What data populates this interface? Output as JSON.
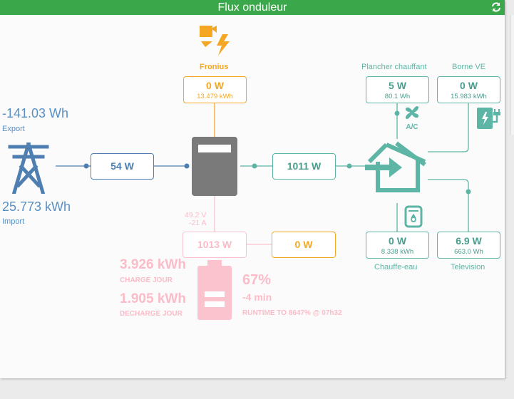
{
  "header": {
    "title": "Flux onduleur"
  },
  "grid": {
    "export_value": "-141.03 Wh",
    "export_label": "Export",
    "import_value": "25.773 kWh",
    "import_label": "Import",
    "power": "54 W"
  },
  "solar": {
    "label": "Fronius",
    "power": "0 W",
    "energy": "13.479 kWh"
  },
  "house": {
    "power": "1011 W"
  },
  "battery": {
    "voltage": "49.2 V",
    "current": "-21 A",
    "power": "1013 W",
    "secondary_power": "0 W",
    "charge_value": "3.926 kWh",
    "charge_label": "CHARGE JOUR",
    "discharge_value": "1.905 kWh",
    "discharge_label": "DECHARGE JOUR",
    "soc": "67%",
    "runtime_short": "-4 min",
    "runtime_label": "RUNTIME TO 8647% @ 07h32",
    "soc_level": 0.67
  },
  "loads": {
    "floor_heating": {
      "label": "Plancher chauffant",
      "power": "5 W",
      "energy": "80.1 Wh"
    },
    "ev_charger": {
      "label": "Borne VE",
      "power": "0 W",
      "energy": "15.983 kWh"
    },
    "water_heater": {
      "label": "Chauffe-eau",
      "power": "0 W",
      "energy": "8.338 kWh"
    },
    "television": {
      "label": "Television",
      "power": "6.9 W",
      "energy": "663.0 Wh"
    }
  },
  "colors": {
    "header": "#3aa74a",
    "grid": "#4f7fb0",
    "solar": "#f5a623",
    "house": "#5db5a5",
    "battery": "#fbbcc8"
  }
}
